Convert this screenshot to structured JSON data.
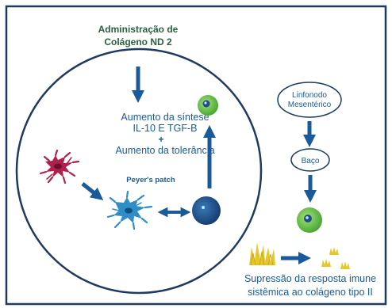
{
  "title": {
    "line1": "Administração de",
    "line2": "Colágeno ND 2"
  },
  "circle": {
    "text1": "Aumento da síntese",
    "text2": "IL-10 E TGF-B",
    "plus": "+",
    "text3": "Aumento da tolerância",
    "peyer_label": "Peyer's patch"
  },
  "flow": {
    "lymph_node_line1": "Linfonodo",
    "lymph_node_line2": "Mesentérico",
    "spleen": "Baço"
  },
  "result": {
    "line1": "Supressão da resposta imune",
    "line2": "sistêmica ao colágeno tipo II"
  },
  "colors": {
    "frame": "#1f3a5f",
    "arrow": "#1a5a9a",
    "title": "#2a5f3c",
    "dendritic_pink": "#b0204f",
    "dendritic_blue": "#2f8ec6",
    "cell_green": "#6cc24a",
    "cell_dark_blue": "#1c4e8a",
    "grass": "#e6c72a"
  }
}
